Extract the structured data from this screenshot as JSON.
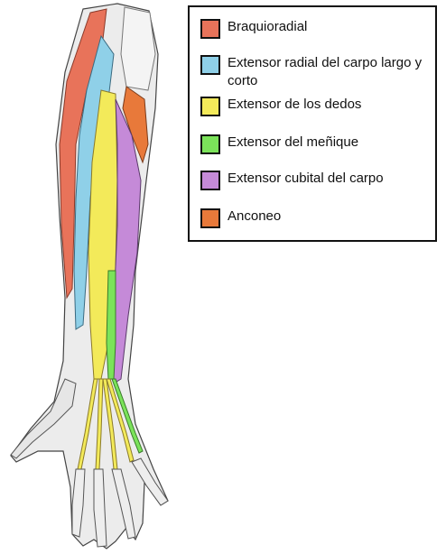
{
  "legend": {
    "items": [
      {
        "label": "Braquioradial",
        "color": "#e8735a"
      },
      {
        "label": "Extensor radial del carpo largo y corto",
        "color": "#8fd0e8"
      },
      {
        "label": "Extensor de los dedos",
        "color": "#f3ea5a"
      },
      {
        "label": "Extensor del meñique",
        "color": "#7be35a"
      },
      {
        "label": "Extensor cubital del carpo",
        "color": "#c58ad8"
      },
      {
        "label": "Anconeo",
        "color": "#e8793a"
      }
    ]
  },
  "colors": {
    "bone": "#ededed",
    "tendon_outline": "#555555",
    "muscle_dark": "#cfcfcf"
  }
}
